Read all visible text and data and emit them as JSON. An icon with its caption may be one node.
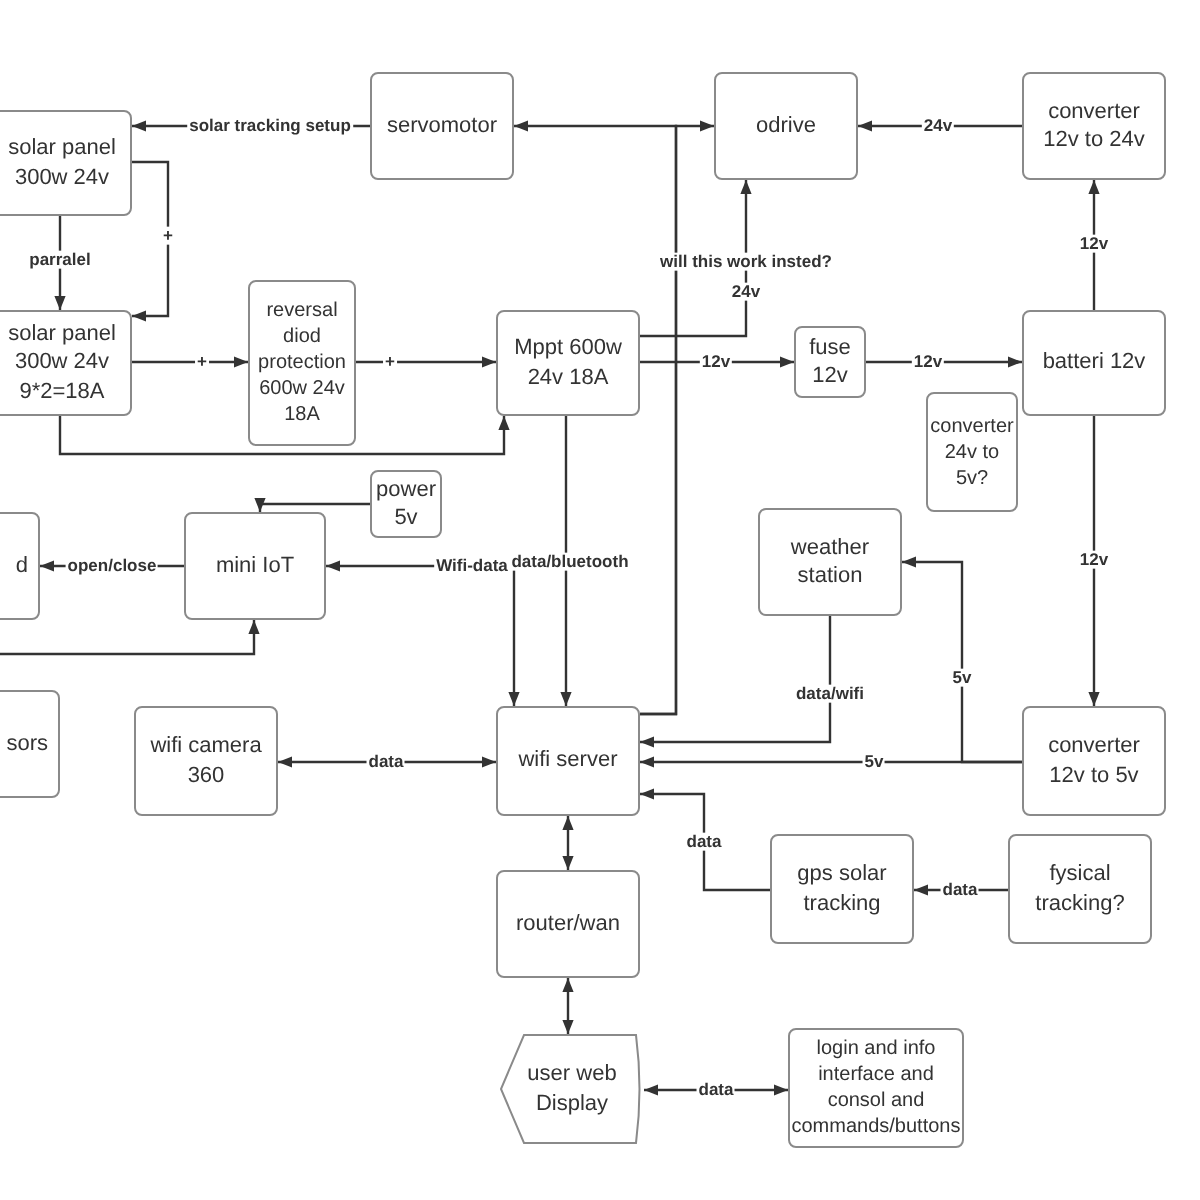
{
  "diagram": {
    "nodes": [
      {
        "text": [
          "solar panel 300w 24v"
        ]
      },
      {
        "text": [
          "servomotor"
        ]
      },
      {
        "text": [
          "odrive"
        ]
      },
      {
        "text": [
          "converter 12v to 24v"
        ]
      },
      {
        "text": [
          "solar panel 300w 24v 9*2=18A"
        ]
      },
      {
        "text": [
          "reversal diod protection 600w 24v 18A"
        ]
      },
      {
        "text": [
          "Mppt 600w 24v 18A"
        ]
      },
      {
        "text": [
          "fuse 12v"
        ]
      },
      {
        "text": [
          "batteri 12v"
        ]
      },
      {
        "text": [
          "converter 24v to 5v?"
        ]
      },
      {
        "text": [
          "power 5v"
        ]
      },
      {
        "text": [
          "d"
        ]
      },
      {
        "text": [
          "mini IoT"
        ]
      },
      {
        "text": [
          "weather station"
        ]
      },
      {
        "text": [
          "sors"
        ]
      },
      {
        "text": [
          "wifi camera 360"
        ]
      },
      {
        "text": [
          "wifi server"
        ]
      },
      {
        "text": [
          "converter 12v to 5v"
        ]
      },
      {
        "text": [
          "gps solar tracking"
        ]
      },
      {
        "text": [
          "fysical tracking?"
        ]
      },
      {
        "text": [
          "router/wan"
        ]
      },
      {
        "text": [
          "user web Display"
        ]
      },
      {
        "text": [
          "login and info interface and consol and commands/buttons"
        ]
      }
    ],
    "edges": [
      {
        "from": 1,
        "to": 0,
        "arrow": "to",
        "label": "solar tracking setup"
      },
      {
        "from": 16,
        "to": 1,
        "arrow": "to"
      },
      {
        "from": 16,
        "to": 2,
        "arrow": "to"
      },
      {
        "from": 0,
        "to": 4,
        "arrow": "to",
        "label": "parralel"
      },
      {
        "from": 0,
        "to": 4,
        "arrow": "to",
        "label": "+"
      },
      {
        "from": 4,
        "to": 5,
        "arrow": "to",
        "label": "+"
      },
      {
        "from": 5,
        "to": 6,
        "arrow": "to",
        "label": "+"
      },
      {
        "from": 4,
        "to": 6,
        "arrow": "to"
      },
      {
        "from": 6,
        "to": 2,
        "arrow": "to",
        "label": "24v"
      },
      {
        "from": 6,
        "to": 7,
        "arrow": "to",
        "label": "12v"
      },
      {
        "from": 7,
        "to": 8,
        "arrow": "to",
        "label": "12v"
      },
      {
        "from": 8,
        "to": 3,
        "arrow": "to",
        "label": "12v"
      },
      {
        "from": 3,
        "to": 2,
        "arrow": "to",
        "label": "24v"
      },
      {
        "from": 8,
        "to": 17,
        "arrow": "to",
        "label": "12v"
      },
      {
        "from": 17,
        "to": 16,
        "arrow": "to",
        "label": "5v"
      },
      {
        "from": 17,
        "to": 13,
        "arrow": "to",
        "label": "5v"
      },
      {
        "from": 13,
        "to": 16,
        "arrow": "to",
        "label": "data/wifi"
      },
      {
        "from": 6,
        "to": 16,
        "arrow": "to",
        "label": "data/bluetooth"
      },
      {
        "from": 12,
        "to": 16,
        "arrow": "both",
        "label": "Wifi-data"
      },
      {
        "from": 10,
        "to": 12,
        "arrow": "to"
      },
      {
        "from": 12,
        "to": 11,
        "arrow": "to",
        "label": "open/close"
      },
      {
        "from": null,
        "to": 12,
        "arrow": "to"
      },
      {
        "from": 15,
        "to": 16,
        "arrow": "both",
        "label": "data"
      },
      {
        "from": 18,
        "to": 16,
        "arrow": "to",
        "label": "data"
      },
      {
        "from": 19,
        "to": 18,
        "arrow": "to",
        "label": "data"
      },
      {
        "from": 16,
        "to": 20,
        "arrow": "both"
      },
      {
        "from": 20,
        "to": 21,
        "arrow": "both"
      },
      {
        "from": 21,
        "to": 22,
        "arrow": "both",
        "label": "data"
      }
    ],
    "labels": [
      "will this work insted?"
    ]
  }
}
